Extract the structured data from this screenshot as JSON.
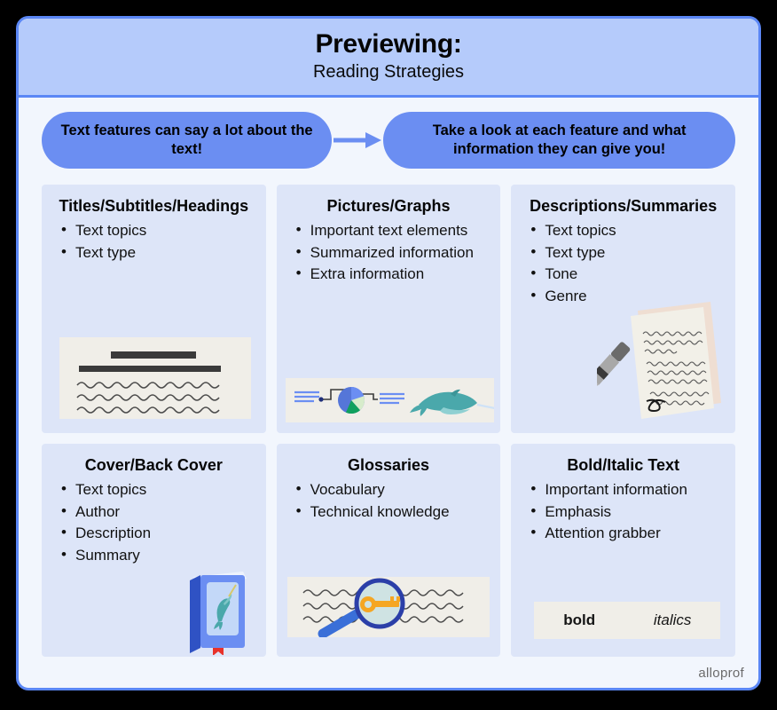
{
  "header": {
    "title": "Previewing:",
    "subtitle": "Reading Strategies"
  },
  "intro": {
    "pill_left": "Text features can say a lot about the text!",
    "pill_right": "Take a look at each feature and what information they can give you!",
    "arrow_icon": "arrow-right-icon"
  },
  "cards": [
    {
      "title": "Titles/Subtitles/Headings",
      "items": [
        "Text topics",
        "Text type"
      ],
      "illustration": "document-with-heading-lines"
    },
    {
      "title": "Pictures/Graphs",
      "items": [
        "Important text elements",
        "Summarized information",
        "Extra information"
      ],
      "illustration": "pie-chart-and-narwhal"
    },
    {
      "title": "Descriptions/Summaries",
      "items": [
        "Text topics",
        "Text type",
        "Tone",
        "Genre"
      ],
      "illustration": "pen-writing-on-paper"
    },
    {
      "title": "Cover/Back Cover",
      "items": [
        "Text topics",
        "Author",
        "Description",
        "Summary"
      ],
      "illustration": "book-with-narwhal-cover"
    },
    {
      "title": "Glossaries",
      "items": [
        "Vocabulary",
        "Technical knowledge"
      ],
      "illustration": "magnifying-glass-with-key"
    },
    {
      "title": "Bold/Italic Text",
      "items": [
        "Important information",
        "Emphasis",
        "Attention grabber"
      ],
      "illustration": "bold-italic-sample",
      "sample": {
        "bold": "bold",
        "italic": "italics"
      }
    }
  ],
  "footer": {
    "logo": "alloprof"
  },
  "colors": {
    "page_background": "#000000",
    "frame_border": "#5b87f5",
    "header_band": "#b5cbfb",
    "body_background": "#f2f6fd",
    "card_background": "#dde5f8",
    "pill_blue": "#6b8ef2",
    "illustration_paper": "#f0eee8",
    "narwhal_teal": "#4aa8ab",
    "key_orange": "#f5a623",
    "bookmark_red": "#e8312a"
  }
}
